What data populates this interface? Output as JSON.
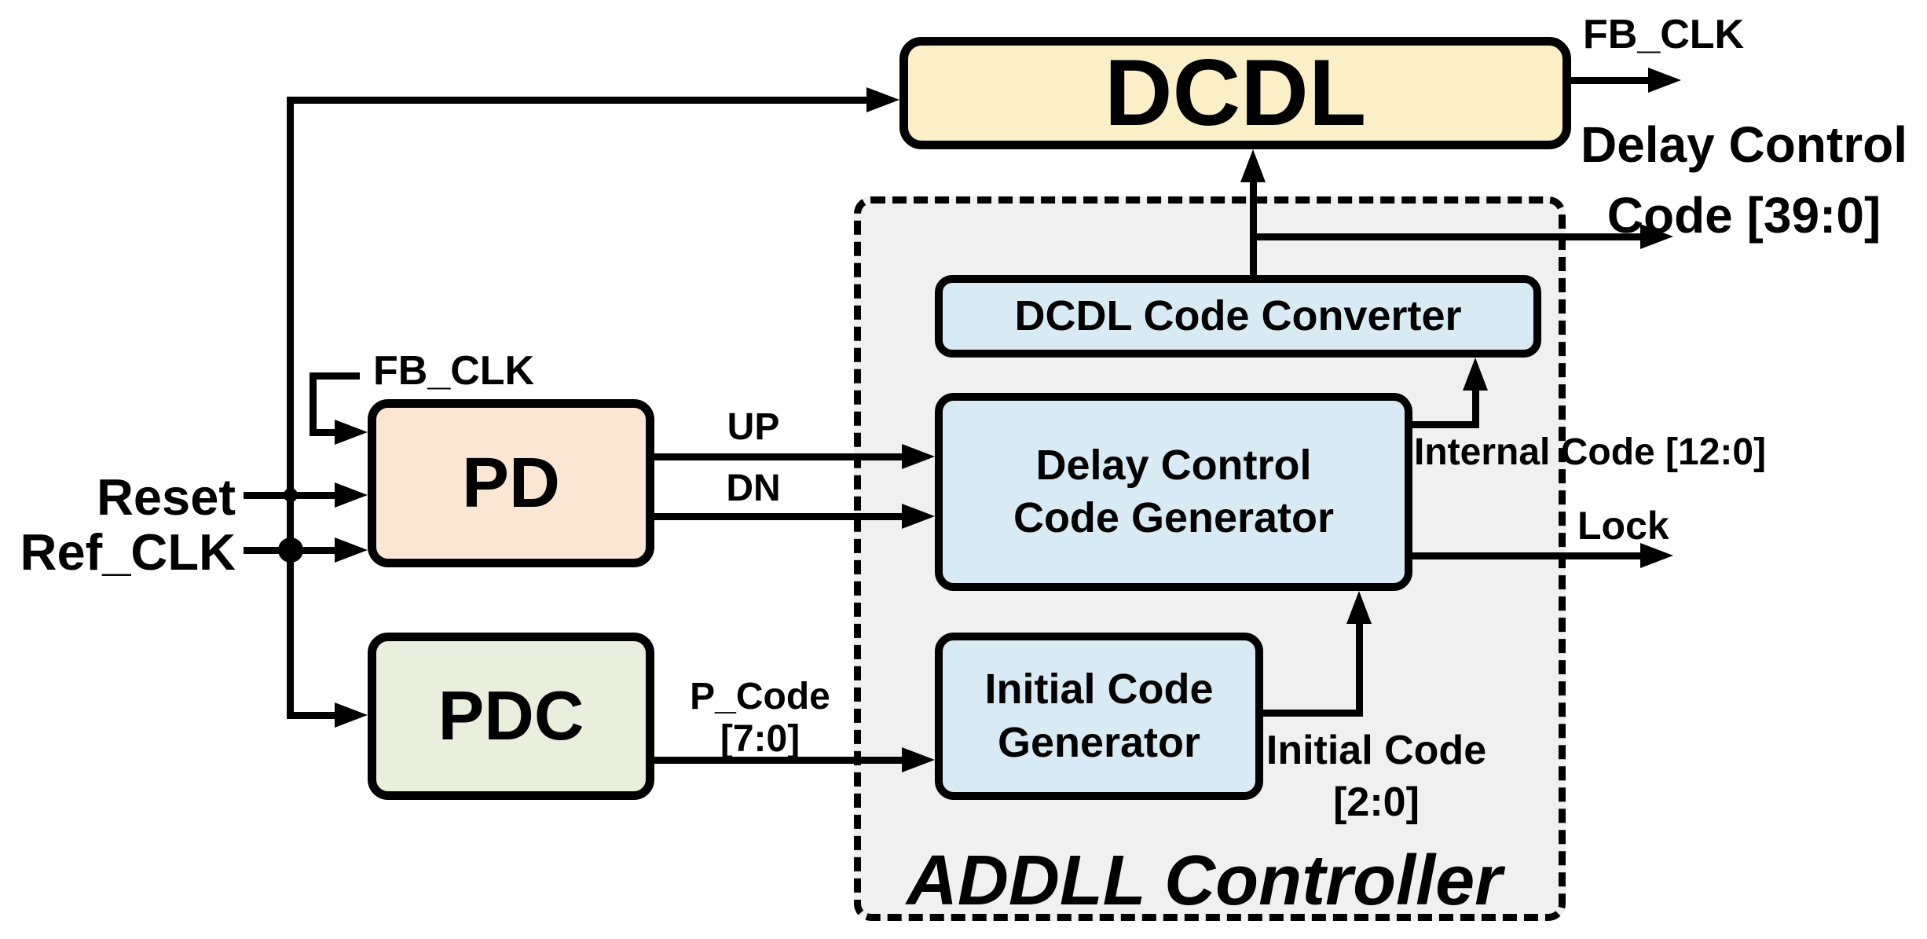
{
  "diagram": {
    "blocks": {
      "dcdl": {
        "label": "DCDL",
        "fill": "#FAEFC7"
      },
      "pd": {
        "label": "PD",
        "fill": "#FAE6D3"
      },
      "pdc": {
        "label": "PDC",
        "fill": "#E9EFDC"
      },
      "dcdl_code_converter": {
        "label": "DCDL Code Converter",
        "fill": "#D8EAF3"
      },
      "delay_control_code_generator": {
        "line1": "Delay Control",
        "line2": "Code Generator",
        "fill": "#D8EAF3"
      },
      "initial_code_generator": {
        "line1": "Initial Code",
        "line2": "Generator",
        "fill": "#D8EAF3"
      },
      "addll_controller": {
        "label": "ADDLL Controller",
        "fill": "#F0F0F0"
      }
    },
    "signals": {
      "fb_clk_feedback": "FB_CLK",
      "fb_clk_output": "FB_CLK",
      "reset": "Reset",
      "ref_clk": "Ref_CLK",
      "up": "UP",
      "dn": "DN",
      "p_code_line1": "P_Code",
      "p_code_line2": "[7:0]",
      "delay_control_code_line1": "Delay Control",
      "delay_control_code_line2": "Code [39:0]",
      "internal_code": "Internal Code [12:0]",
      "lock": "Lock",
      "initial_code_line1": "Initial Code",
      "initial_code_line2": "[2:0]"
    },
    "colors": {
      "wire": "#000000",
      "dcdl_fill": "#FAEFC7",
      "pd_fill": "#FAE6D3",
      "pdc_fill": "#E9EFDC",
      "controller_inner_fill": "#D8EAF3",
      "controller_fill": "#F0F0F0"
    }
  }
}
